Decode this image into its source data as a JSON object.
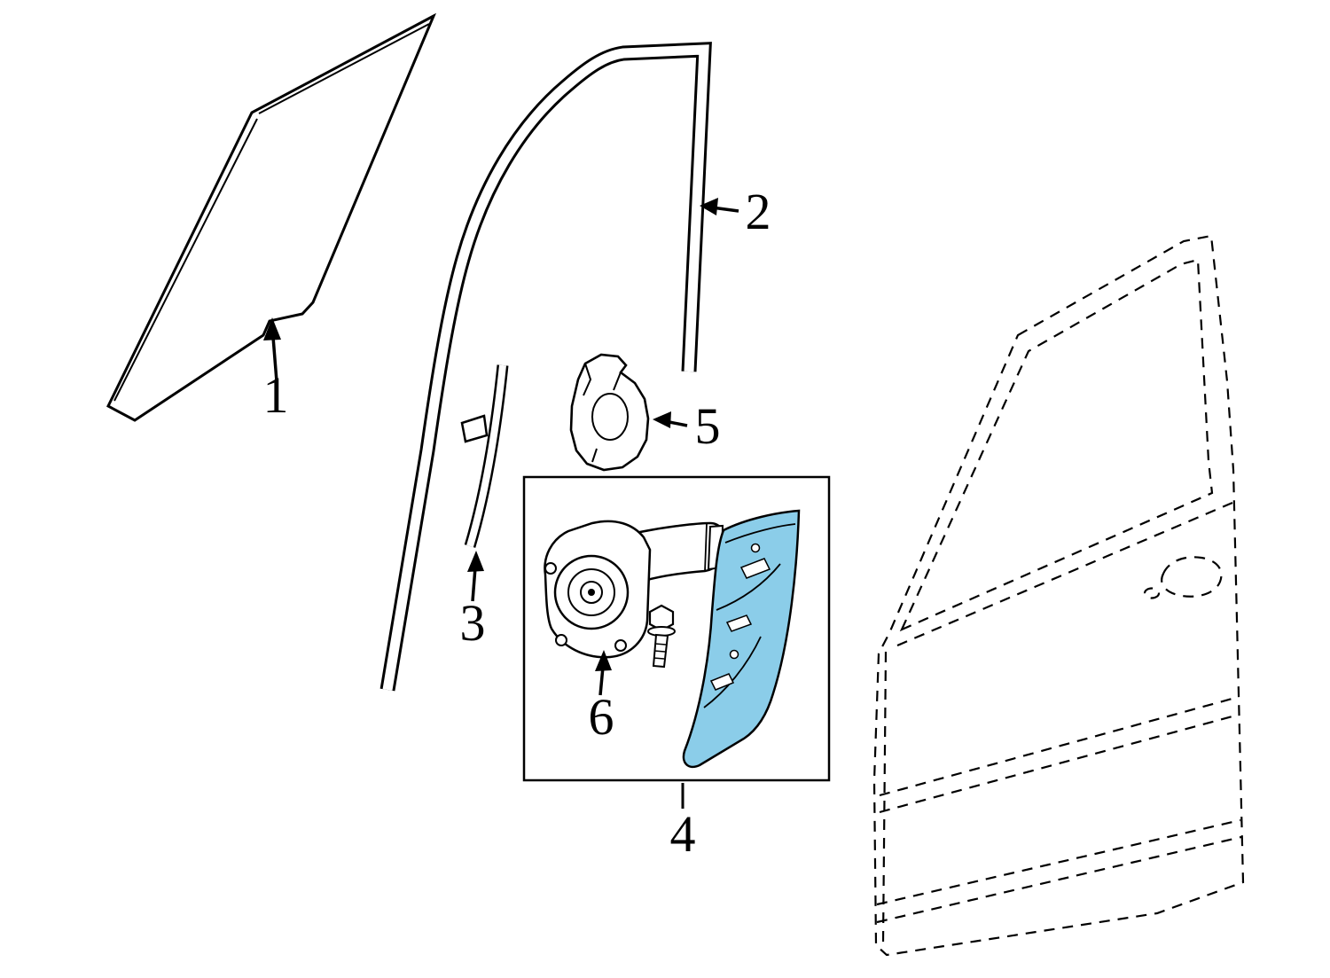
{
  "diagram": {
    "background_color": "#ffffff",
    "line_color": "#000000",
    "highlight_color": "#8BCDE9",
    "callouts": [
      {
        "label": "1",
        "part": "door-glass"
      },
      {
        "label": "2",
        "part": "glass-run-channel"
      },
      {
        "label": "3",
        "part": "glass-guide-channel"
      },
      {
        "label": "4",
        "part": "window-regulator-assembly"
      },
      {
        "label": "5",
        "part": "regulator-bracket"
      },
      {
        "label": "6",
        "part": "window-motor"
      }
    ]
  }
}
